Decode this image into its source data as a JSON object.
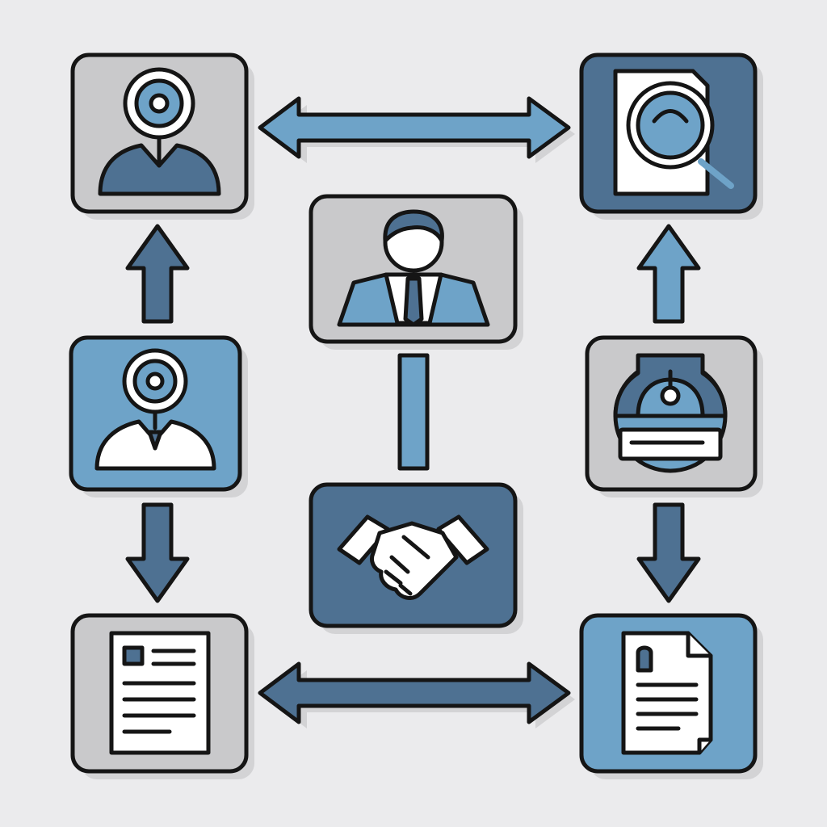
{
  "colors": {
    "background": "#ebebed",
    "gray_box": "#c9c9cb",
    "dark_blue": "#4e7192",
    "light_blue": "#6ea3c8",
    "outline": "#151515",
    "white": "#ffffff",
    "shadow": "#d3d3d5"
  },
  "nodes": [
    {
      "id": "top-left",
      "icon": "person-target-icon",
      "fill": "gray_box"
    },
    {
      "id": "top-right",
      "icon": "document-magnifier-icon",
      "fill": "dark_blue"
    },
    {
      "id": "center-top",
      "icon": "businessman-icon",
      "fill": "gray_box"
    },
    {
      "id": "middle-left",
      "icon": "person-target-icon",
      "fill": "light_blue"
    },
    {
      "id": "middle-right",
      "icon": "badge-seal-icon",
      "fill": "gray_box"
    },
    {
      "id": "center-bottom",
      "icon": "handshake-icon",
      "fill": "dark_blue"
    },
    {
      "id": "bottom-left",
      "icon": "document-icon",
      "fill": "gray_box"
    },
    {
      "id": "bottom-right",
      "icon": "contract-document-icon",
      "fill": "light_blue"
    }
  ],
  "connections": [
    {
      "from": "top-left",
      "to": "top-right",
      "type": "double-arrow",
      "color": "light_blue"
    },
    {
      "from": "middle-left",
      "to": "top-left",
      "type": "arrow",
      "color": "dark_blue"
    },
    {
      "from": "middle-right",
      "to": "top-right",
      "type": "arrow",
      "color": "light_blue"
    },
    {
      "from": "middle-left",
      "to": "bottom-left",
      "type": "arrow",
      "color": "dark_blue"
    },
    {
      "from": "middle-right",
      "to": "bottom-right",
      "type": "arrow",
      "color": "dark_blue"
    },
    {
      "from": "bottom-left",
      "to": "bottom-right",
      "type": "double-arrow",
      "color": "dark_blue"
    },
    {
      "from": "center-top",
      "to": "center-bottom",
      "type": "line",
      "color": "light_blue"
    }
  ]
}
